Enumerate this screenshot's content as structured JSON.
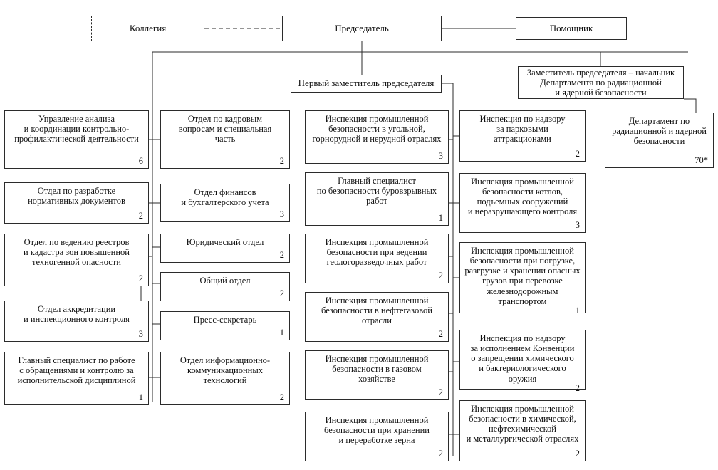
{
  "chart_title": "",
  "top": {
    "kollegia": {
      "title": "Коллегия",
      "count": ""
    },
    "chairman": {
      "title": "Председатель",
      "count": ""
    },
    "assistant": {
      "title": "Помощник",
      "count": ""
    },
    "first_deputy": {
      "title": "Первый заместитель председателя",
      "count": ""
    },
    "deputy_nuclear": {
      "title": "Заместитель председателя – начальник\nДепартамента по радиационной\nи ядерной безопасности",
      "count": ""
    }
  },
  "col1": [
    {
      "title": "Управление анализа\nи координации контрольно-\nпрофилактической деятельности",
      "count": "6"
    },
    {
      "title": "Отдел по разработке\nнормативных документов",
      "count": "2"
    },
    {
      "title": "Отдел по ведению реестров\nи кадастра зон повышенной\nтехногенной опасности",
      "count": "2"
    },
    {
      "title": "Отдел аккредитации\nи инспекционного контроля",
      "count": "3"
    },
    {
      "title": "Главный специалист по работе\nс обращениями и контролю за\nисполнительской дисциплиной",
      "count": "1"
    }
  ],
  "col2": [
    {
      "title": "Отдел по кадровым\nвопросам и специальная\nчасть",
      "count": "2"
    },
    {
      "title": "Отдел финансов\nи бухгалтерского учета",
      "count": "3"
    },
    {
      "title": "Юридический отдел",
      "count": "2"
    },
    {
      "title": "Общий отдел",
      "count": "2"
    },
    {
      "title": "Пресс-секретарь",
      "count": "1"
    },
    {
      "title": "Отдел информационно-\nкоммуникационных\nтехнологий",
      "count": "2"
    }
  ],
  "col3": [
    {
      "title": "Инспекция промышленной\nбезопасности в угольной,\nгорнорудной и нерудной отраслях",
      "count": "3"
    },
    {
      "title": "Главный специалист\nпо безопасности буровзрывных\nработ",
      "count": "1"
    },
    {
      "title": "Инспекция промышленной\nбезопасности при ведении\nгеологоразведочных работ",
      "count": "2"
    },
    {
      "title": "Инспекция промышленной\nбезопасности в нефтегазовой\nотрасли",
      "count": "2"
    },
    {
      "title": "Инспекция промышленной\nбезопасности в газовом\nхозяйстве",
      "count": "2"
    },
    {
      "title": "Инспекция промышленной\nбезопасности при хранении\nи переработке зерна",
      "count": "2"
    }
  ],
  "col4": [
    {
      "title": "Инспекция по надзору\nза парковыми\nаттракционами",
      "count": "2"
    },
    {
      "title": "Инспекция промышленной\nбезопасности котлов,\nподъемных сооружений\nи неразрушающего контроля",
      "count": "3"
    },
    {
      "title": "Инспекция промышленной\nбезопасности при погрузке,\nразгрузке и хранении опасных\nгрузов при перевозке\nжелезнодорожным транспортом",
      "count": "1"
    },
    {
      "title": "Инспекция по надзору\nза исполнением Конвенции\nо запрещении химического\nи бактериологического оружия",
      "count": "2"
    },
    {
      "title": "Инспекция промышленной\nбезопасности в химической,\nнефтехимической\nи металлургической отраслях",
      "count": "2"
    }
  ],
  "col5": [
    {
      "title": "Департамент по\nрадиационной и ядерной\nбезопасности",
      "count": "70*"
    }
  ],
  "colors": {
    "line": "#2b2b2b",
    "text": "#111111",
    "background": "#ffffff"
  }
}
